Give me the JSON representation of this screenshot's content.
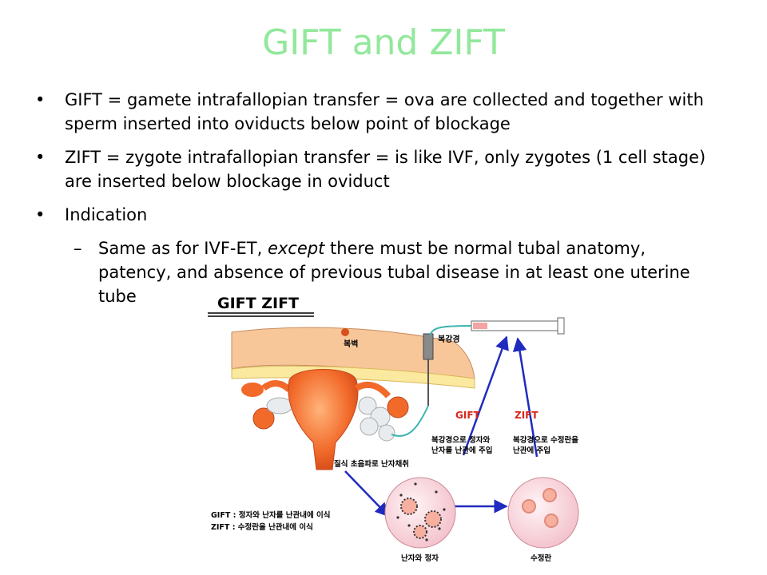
{
  "title": "GIFT and ZIFT",
  "bullets": {
    "b1": "GIFT = gamete intrafallopian transfer = ova are collected and together with sperm inserted into oviducts below point of blockage",
    "b2": "ZIFT = zygote intrafallopian transfer = is like IVF, only zygotes (1 cell stage) are inserted below blockage in oviduct",
    "b3": "Indication",
    "sub_prefix": "Same as for IVF-ET, ",
    "sub_em": "except",
    "sub_suffix": " there must be normal tubal anatomy, patency, and absence of previous tubal disease in at least one uterine tube"
  },
  "diagram": {
    "header": "GIFT  ZIFT",
    "abdominal_wall": "복벽",
    "laparoscope": "복강경",
    "gift_label": "GIFT",
    "zift_label": "ZIFT",
    "gift_desc_1": "복강경으로 정자와",
    "gift_desc_2": "난자를 난관에 주입",
    "zift_desc_1": "복강경으로 수정란을",
    "zift_desc_2": "난관에 주입",
    "retrieval": "질식 초음파로 난자채취",
    "legend_gift": "GIFT : 정자와 난자를 난관내에 이식",
    "legend_zift": "ZIFT : 수정란을 난관내에 이식",
    "egg_sperm": "난자와 정자",
    "zygote": "수정란",
    "colors": {
      "uterus": "#f26a2a",
      "wall": "#f7c79a",
      "arrow": "#1f2bbf",
      "label_red": "#d9261c",
      "title": "#92e89b"
    }
  }
}
